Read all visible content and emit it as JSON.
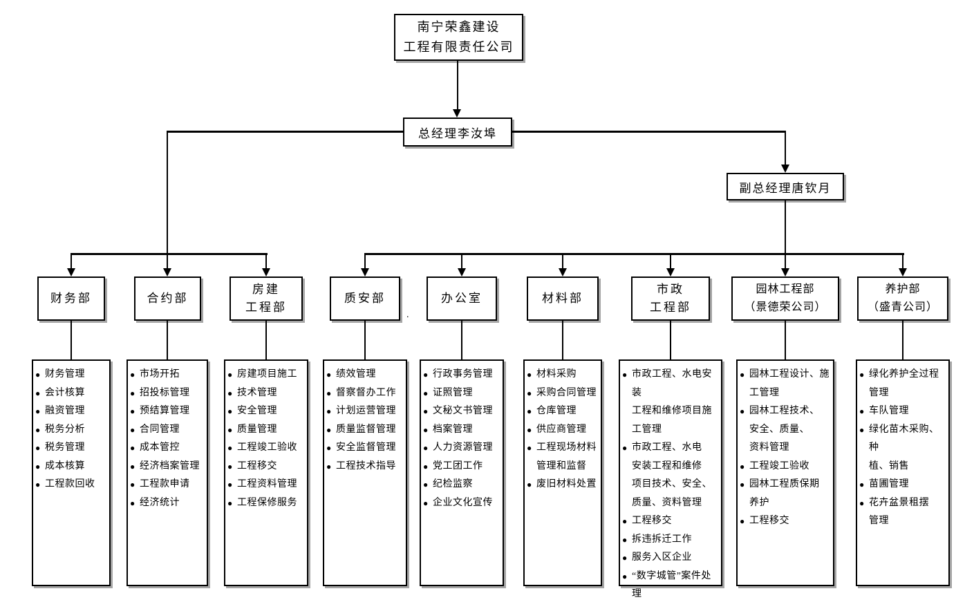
{
  "company_name": "南宁荣鑫建设\n工程有限责任公司",
  "general_manager": "总经理李汝埠",
  "deputy_general_manager": "副总经理唐钦月",
  "stray_dot": ".",
  "bullet": "●",
  "departments": [
    {
      "name": "财务部",
      "items": [
        "财务管理",
        "会计核算",
        "融资管理",
        "税务分析",
        "税务管理",
        "成本核算",
        "工程款回收"
      ]
    },
    {
      "name": "合约部",
      "items": [
        "市场开拓",
        "招投标管理",
        "预结算管理",
        "合同管理",
        "成本管控",
        "经济档案管理",
        "工程款申请",
        "经济统计"
      ]
    },
    {
      "name": "房建\n工程部",
      "items": [
        "房建项目施工",
        "技术管理",
        "安全管理",
        "质量管理",
        "工程竣工验收",
        "工程移交",
        "工程资料管理",
        "工程保修服务"
      ]
    },
    {
      "name": "质安部",
      "items": [
        "绩效管理",
        "督察督办工作",
        "计划运营管理",
        "质量监督管理",
        "安全监督管理",
        "工程技术指导"
      ]
    },
    {
      "name": "办公室",
      "items": [
        "行政事务管理",
        "证照管理",
        "文秘文书管理",
        "档案管理",
        "人力资源管理",
        "党工团工作",
        "纪检监察",
        "企业文化宣传"
      ]
    },
    {
      "name": "材料部",
      "items": [
        "材料采购",
        "采购合同管理",
        "仓库管理",
        "供应商管理",
        "工程现场材料\n管理和监督",
        "废旧材料处置"
      ]
    },
    {
      "name": "市政\n工程部",
      "items": [
        "市政工程、水电安装\n工程和维修项目施\n工管理",
        "市政工程、水电\n安装工程和维修\n项目技术、安全、\n质量、资料管理",
        "工程移交",
        "拆违拆迁工作",
        "服务入区企业",
        "“数字城管”案件处\n理"
      ]
    },
    {
      "name": "园林工程部\n（景德荣公司）",
      "items": [
        "园林工程设计、施\n工管理",
        "园林工程技术、\n安全、质量、\n资料管理",
        "工程竣工验收",
        "园林工程质保期\n养护",
        "工程移交"
      ]
    },
    {
      "name": "养护部\n（盛青公司）",
      "items": [
        "绿化养护全过程\n管理",
        "车队管理",
        "绿化苗木采购、种\n植、销售",
        "苗圃管理",
        "花卉盆景租摆\n管理"
      ]
    }
  ]
}
